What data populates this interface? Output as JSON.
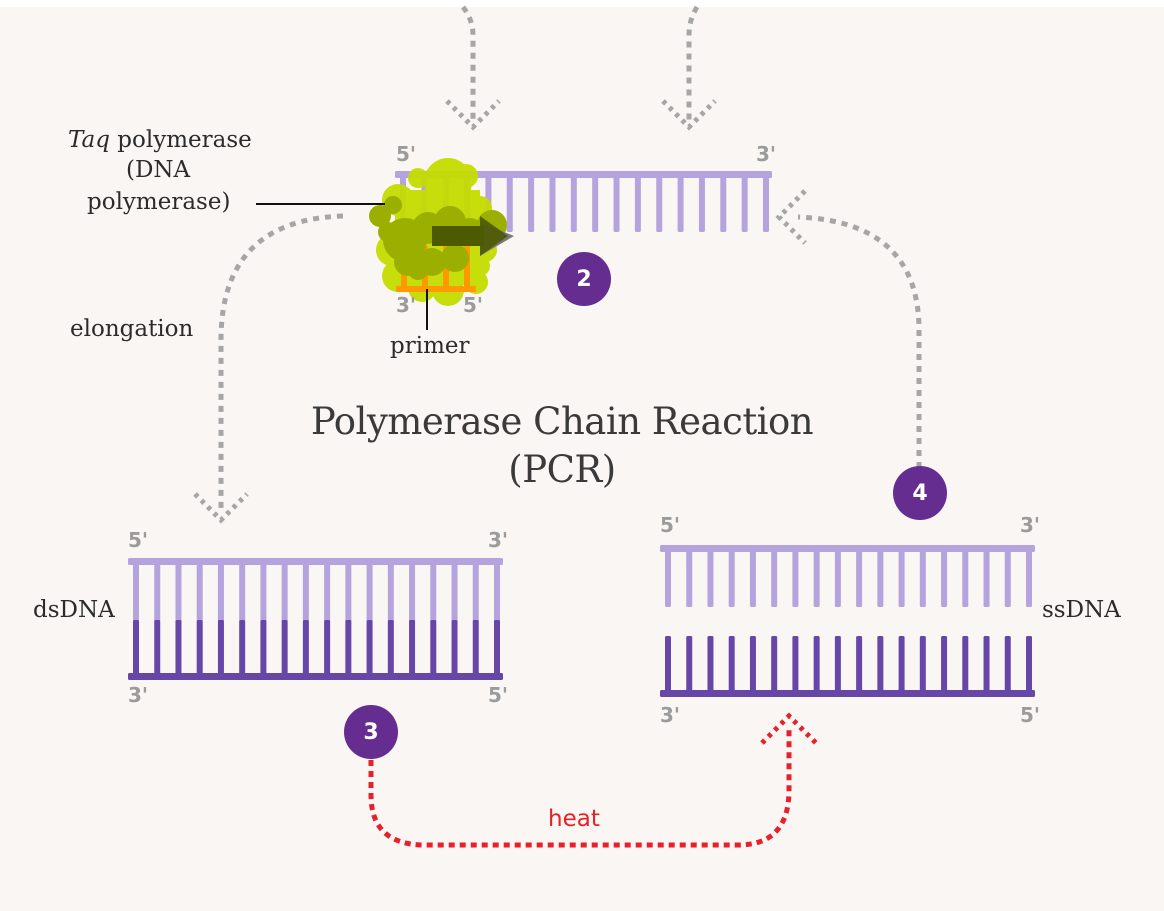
{
  "title": {
    "line1": "Polymerase Chain Reaction",
    "line2": "(PCR)"
  },
  "steps": {
    "step2": "2",
    "step3": "3",
    "step4": "4"
  },
  "labels": {
    "taq_italic": "Taq",
    "taq_rest": " polymerase",
    "dna_line": "(DNA",
    "polymerase_line": "polymerase)",
    "primer": "primer",
    "elongation": "elongation",
    "dsdna": "dsDNA",
    "ssdna": "ssDNA",
    "heat": "heat"
  },
  "strand_ends": {
    "five_prime": "5'",
    "three_prime": "3'"
  },
  "diagram": {
    "base_pairs_per_strand": 18,
    "primer_base_count": 4
  },
  "colors": {
    "background": "#f9f6f3",
    "template_strand": "#b5a3de",
    "complement_strand": "#6647a8",
    "step_circle": "#662d91",
    "primer": "#ff9900",
    "polymerase_light": "#c5dc00",
    "polymerase_dark": "#9aaf00",
    "polymerase_arrow": "#4d5a00",
    "arrow_grey": "#a6a6a6",
    "heat_red": "#e8202a",
    "end_label_grey": "#9b9b9b"
  }
}
